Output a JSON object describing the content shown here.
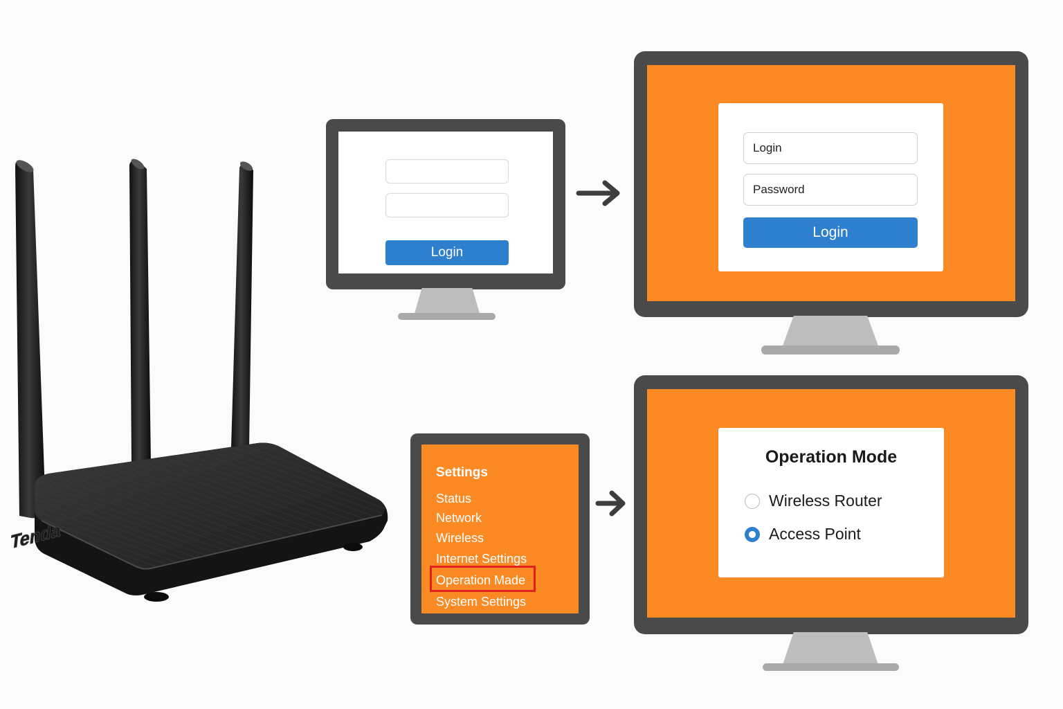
{
  "router": {
    "brand_text": "Tenda"
  },
  "small_login": {
    "login_button": "Login"
  },
  "login_screen": {
    "login_placeholder": "Login",
    "password_placeholder": "Password",
    "login_button": "Login"
  },
  "settings_menu": {
    "title": "Settings",
    "items": [
      "Status",
      "Network",
      "Wireless",
      "Internet Settings",
      "Operation Made",
      "System Settings"
    ],
    "highlighted_item": "Operation Made"
  },
  "operation_mode": {
    "title": "Operation Mode",
    "options": [
      {
        "label": "Wireless Router",
        "selected": false
      },
      {
        "label": "Access Point",
        "selected": true
      }
    ]
  },
  "colors": {
    "orange_screen": "#fb8a24",
    "button_blue": "#2f7fcf",
    "bezel": "#4a4a4a",
    "highlight_red": "#e0201a"
  }
}
